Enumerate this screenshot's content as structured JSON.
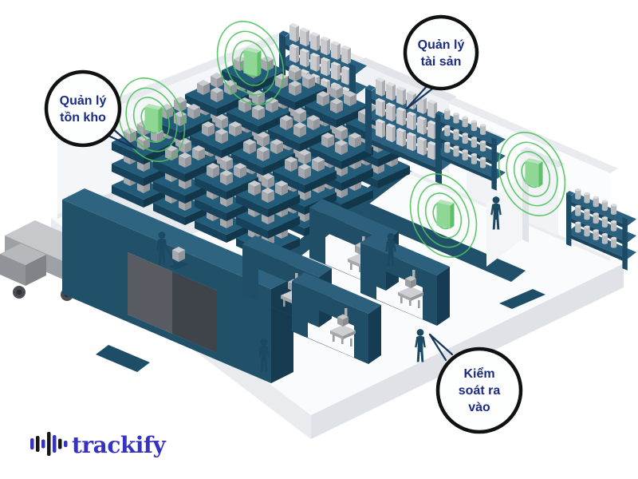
{
  "brand": {
    "name": "trackify"
  },
  "callouts": {
    "inventory": {
      "line1": "Quản lý",
      "line2": "tồn kho"
    },
    "assets": {
      "line1": "Quản lý",
      "line2": "tài sản"
    },
    "access": {
      "line1": "Kiểm",
      "line2": "soát ra",
      "line3": "vào"
    }
  },
  "icons": {
    "rfid_tag": "green-isometric-tag-with-signal-rings",
    "person": "worker-silhouette",
    "logo_mark": "waveform-bars"
  },
  "colors": {
    "teal_dark": "#1B4962",
    "teal_mid": "#1F5571",
    "tag_green": "#8FD794",
    "ring_green": "#4CC25B",
    "callout_text": "#1B2B7E",
    "logo_blue": "#3632C2",
    "logo_black": "#17171A"
  }
}
